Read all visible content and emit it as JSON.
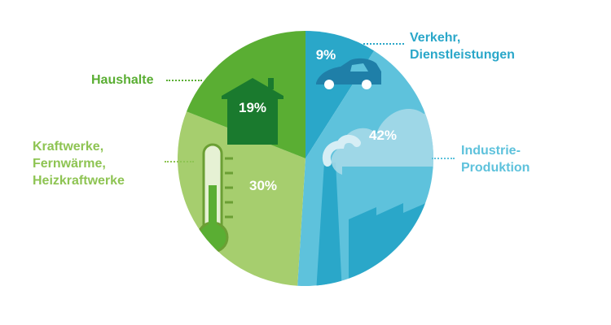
{
  "chart_data": {
    "type": "pie",
    "slices": [
      {
        "label": "Verkehr, Dienstleistungen",
        "value": 9,
        "value_label": "9%",
        "color": "#2aa7c9",
        "icon": "car-icon"
      },
      {
        "label": "Industrie-Produktion",
        "value": 42,
        "value_label": "42%",
        "color": "#5ec2dc",
        "icon": "factory-icon"
      },
      {
        "label": "Kraftwerke, Fernwärme, Heizkraftwerke",
        "value": 30,
        "value_label": "30%",
        "color": "#a6ce6e",
        "icon": "thermometer-icon"
      },
      {
        "label": "Haushalte",
        "value": 19,
        "value_label": "19%",
        "color": "#5aae33",
        "icon": "house-icon"
      }
    ],
    "start_angle_deg": 0,
    "direction": "clockwise"
  },
  "labels": {
    "verkehr": {
      "line1": "Verkehr,",
      "line2": "Dienstleistungen",
      "color": "#2aa7c9"
    },
    "industrie": {
      "line1": "Industrie-",
      "line2": "Produktion",
      "color": "#5ec2dc"
    },
    "kraftwerke": {
      "line1": "Kraftwerke,",
      "line2": "Fernwärme,",
      "line3": "Heizkraftwerke",
      "color": "#8ec453"
    },
    "haushalte": {
      "line1": "Haushalte",
      "color": "#5aae33"
    }
  }
}
